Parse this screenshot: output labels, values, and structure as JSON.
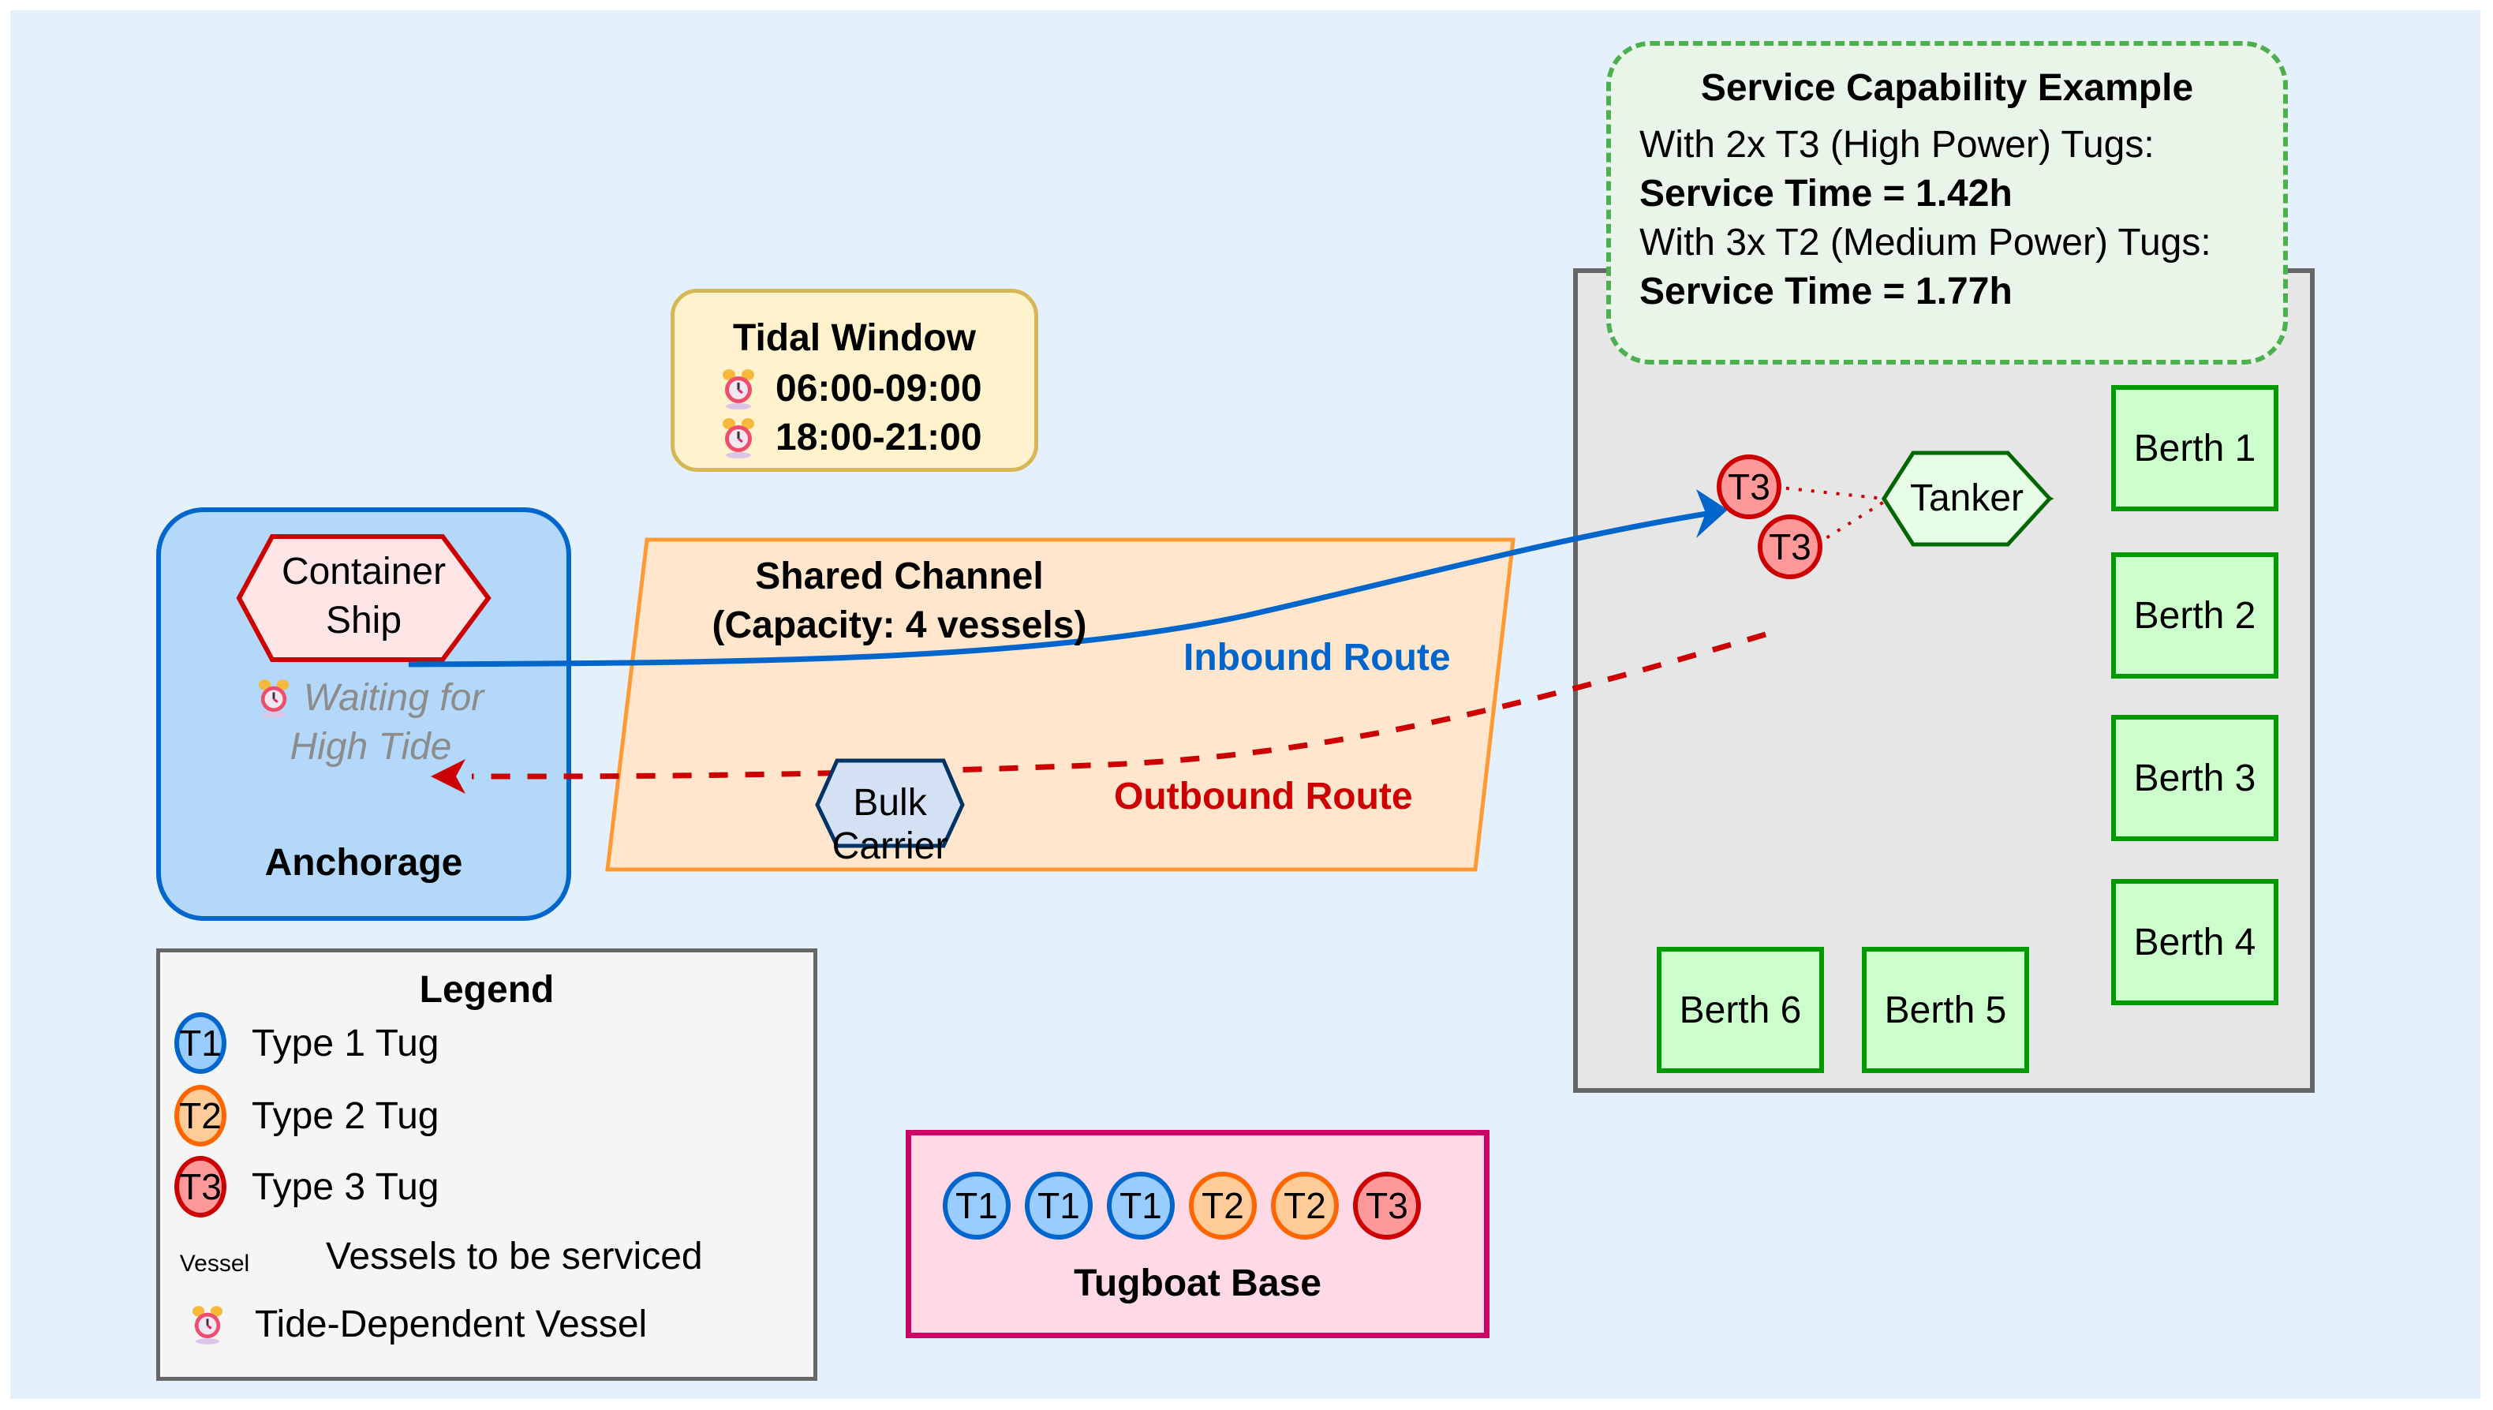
{
  "tidal_window": {
    "title": "Tidal Window",
    "windows": [
      "06:00-09:00",
      "18:00-21:00"
    ],
    "icon": "alarm-clock-icon"
  },
  "anchorage": {
    "label": "Anchorage",
    "vessel": "Container\nShip",
    "vessel_line1": "Container",
    "vessel_line2": "Ship",
    "status_line1": "Waiting for",
    "status_line2": "High Tide",
    "status_icon": "alarm-clock-icon"
  },
  "channel": {
    "title_line1": "Shared Channel",
    "title_line2": "(Capacity: 4 vessels)",
    "inbound_label": "Inbound Route",
    "outbound_label": "Outbound Route",
    "vessel": "Bulk Carrier"
  },
  "service": {
    "title": "Service Capability Example",
    "line1": "With 2x T3 (High Power) Tugs:",
    "line2": "Service Time = 1.42h",
    "line3": "With 3x T2 (Medium Power) Tugs:",
    "line4": "Service Time = 1.77h"
  },
  "port": {
    "berths": [
      "Berth 1",
      "Berth 2",
      "Berth 3",
      "Berth 4",
      "Berth 5",
      "Berth 6"
    ],
    "vessel": "Tanker",
    "assigned_tugs": [
      "T3",
      "T3"
    ]
  },
  "legend": {
    "title": "Legend",
    "items": [
      {
        "symbol": "T1",
        "label": "Type 1 Tug"
      },
      {
        "symbol": "T2",
        "label": "Type 2 Tug"
      },
      {
        "symbol": "T3",
        "label": "Type 3 Tug"
      },
      {
        "symbol": "Vessel",
        "label": "Vessels to be serviced"
      },
      {
        "symbol": "alarm-clock-icon",
        "label": "Tide-Dependent Vessel"
      }
    ]
  },
  "tug_base": {
    "label": "Tugboat Base",
    "tugs": [
      "T1",
      "T1",
      "T1",
      "T2",
      "T2",
      "T3"
    ]
  },
  "colors": {
    "background": "#e4f0fc",
    "inbound": "#0066cc",
    "outbound": "#cc0000",
    "t1_fill": "#99ccff",
    "t2_fill": "#ffcc99",
    "t3_fill": "#ff9999"
  }
}
